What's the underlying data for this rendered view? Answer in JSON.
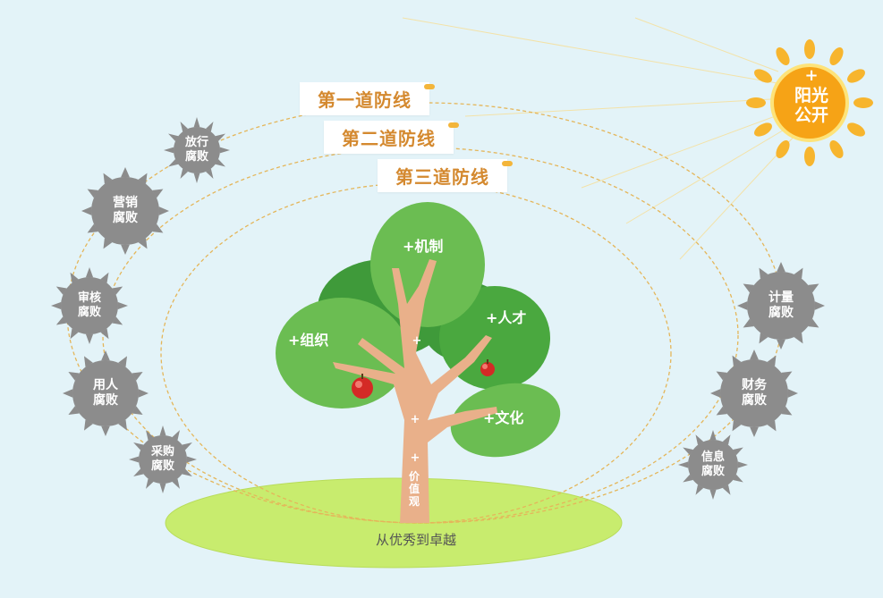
{
  "defense_lines": [
    {
      "label": "第一道防线"
    },
    {
      "label": "第二道防线"
    },
    {
      "label": "第三道防线"
    }
  ],
  "sun": {
    "plus": "+",
    "line1": "阳光",
    "line2": "公开",
    "color": "#f6a316",
    "ray_color": "#f7b52e"
  },
  "tree": {
    "leaves": [
      {
        "label": "+机制"
      },
      {
        "label": "+组织"
      },
      {
        "label": "+人才"
      },
      {
        "label": "+文化"
      }
    ],
    "trunk_plus": "+",
    "trunk_plus_2": "+",
    "trunk_plus_3": "+",
    "trunk_value": "价值观",
    "leaf_color": "#6bbd52",
    "dark_leaf_color": "#3f9a3a",
    "trunk_color": "#e9b08a"
  },
  "ground": {
    "label": "从优秀到卓越",
    "color": "#c8ec6e"
  },
  "corruption_left": [
    {
      "line1": "放行",
      "line2": "腐败"
    },
    {
      "line1": "营销",
      "line2": "腐败"
    },
    {
      "line1": "审核",
      "line2": "腐败"
    },
    {
      "line1": "用人",
      "line2": "腐败"
    },
    {
      "line1": "采购",
      "line2": "腐败"
    }
  ],
  "corruption_right": [
    {
      "line1": "计量",
      "line2": "腐败"
    },
    {
      "line1": "财务",
      "line2": "腐败"
    },
    {
      "line1": "信息",
      "line2": "腐败"
    }
  ],
  "colors": {
    "background": "#e3f3f8",
    "virus": "#8c8c8c",
    "defense_text": "#d4892f",
    "dash": "#e4b65a"
  }
}
